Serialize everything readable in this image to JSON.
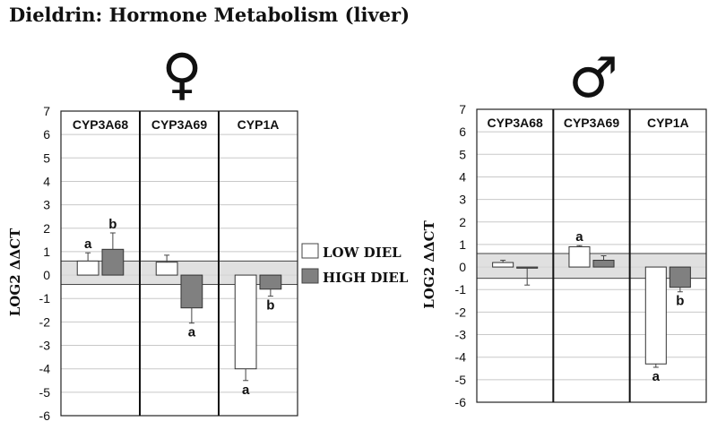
{
  "title": "Dieldrin: Hormone Metabolism (liver)",
  "legend": {
    "placement": "between-panels",
    "items": [
      {
        "label": "LOW DIEL",
        "color": "#ffffff"
      },
      {
        "label": "HIGH DIEL",
        "color": "#808080"
      }
    ]
  },
  "panel_symbols": {
    "female": "♀",
    "male": "♂"
  },
  "chart_data": [
    {
      "type": "bar",
      "panel": "female",
      "ylabel": "LOG2 ΔΔCT",
      "ylim": [
        -6,
        7
      ],
      "ytick_step": 1,
      "grid": true,
      "threshold_band": [
        -0.4,
        0.6
      ],
      "categories": [
        "CYP3A68",
        "CYP3A69",
        "CYP1A"
      ],
      "series": [
        {
          "name": "LOW DIEL",
          "values": [
            0.6,
            0.55,
            -4.0
          ],
          "errors": [
            0.35,
            0.3,
            0.5
          ],
          "labels": [
            "a",
            "",
            "a"
          ]
        },
        {
          "name": "HIGH DIEL",
          "values": [
            1.1,
            -1.4,
            -0.6
          ],
          "errors": [
            0.7,
            0.65,
            0.3
          ],
          "labels": [
            "b",
            "a",
            "b"
          ]
        }
      ]
    },
    {
      "type": "bar",
      "panel": "male",
      "ylabel": "LOG2 ΔΔCT",
      "ylim": [
        -6,
        7
      ],
      "ytick_step": 1,
      "grid": true,
      "threshold_band": [
        -0.5,
        0.6
      ],
      "categories": [
        "CYP3A68",
        "CYP3A69",
        "CYP1A"
      ],
      "series": [
        {
          "name": "LOW DIEL",
          "values": [
            0.2,
            0.9,
            -4.3
          ],
          "errors": [
            0.1,
            0.05,
            0.15
          ],
          "labels": [
            "",
            "a",
            "a"
          ]
        },
        {
          "name": "HIGH DIEL",
          "values": [
            -0.05,
            0.3,
            -0.9
          ],
          "errors": [
            0.75,
            0.2,
            0.2
          ],
          "labels": [
            "",
            "",
            "b"
          ]
        }
      ]
    }
  ]
}
